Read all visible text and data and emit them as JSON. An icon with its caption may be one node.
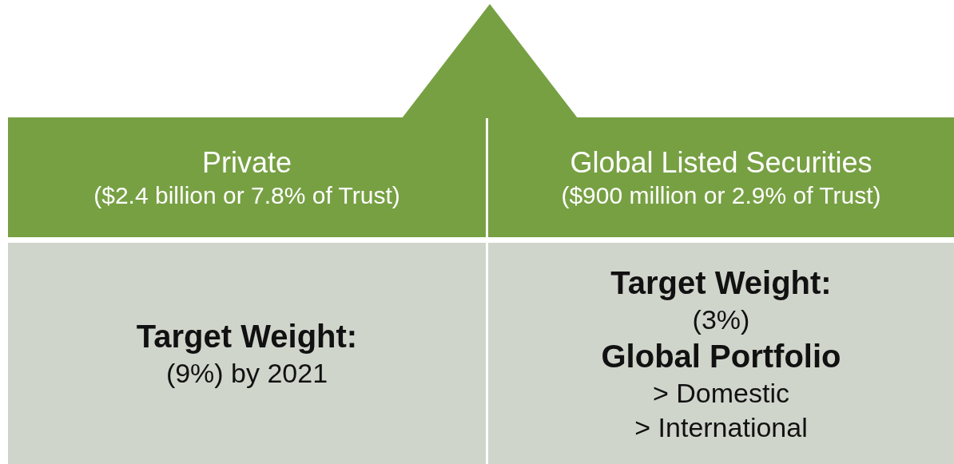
{
  "diagram": {
    "nodes": [
      {
        "text": [],
        "shape": "triangle"
      },
      {
        "text": [
          "Private",
          "($2.4 billion or 7.8% of Trust)"
        ]
      },
      {
        "text": [
          "Global Listed Securities",
          "($900 million or 2.9% of Trust)"
        ]
      },
      {
        "text": [
          "Target Weight:",
          "(9%) by 2021"
        ]
      },
      {
        "text": [
          "Target Weight:",
          "(3%)",
          "Global Portfolio",
          "> Domestic",
          "> International"
        ]
      }
    ]
  }
}
